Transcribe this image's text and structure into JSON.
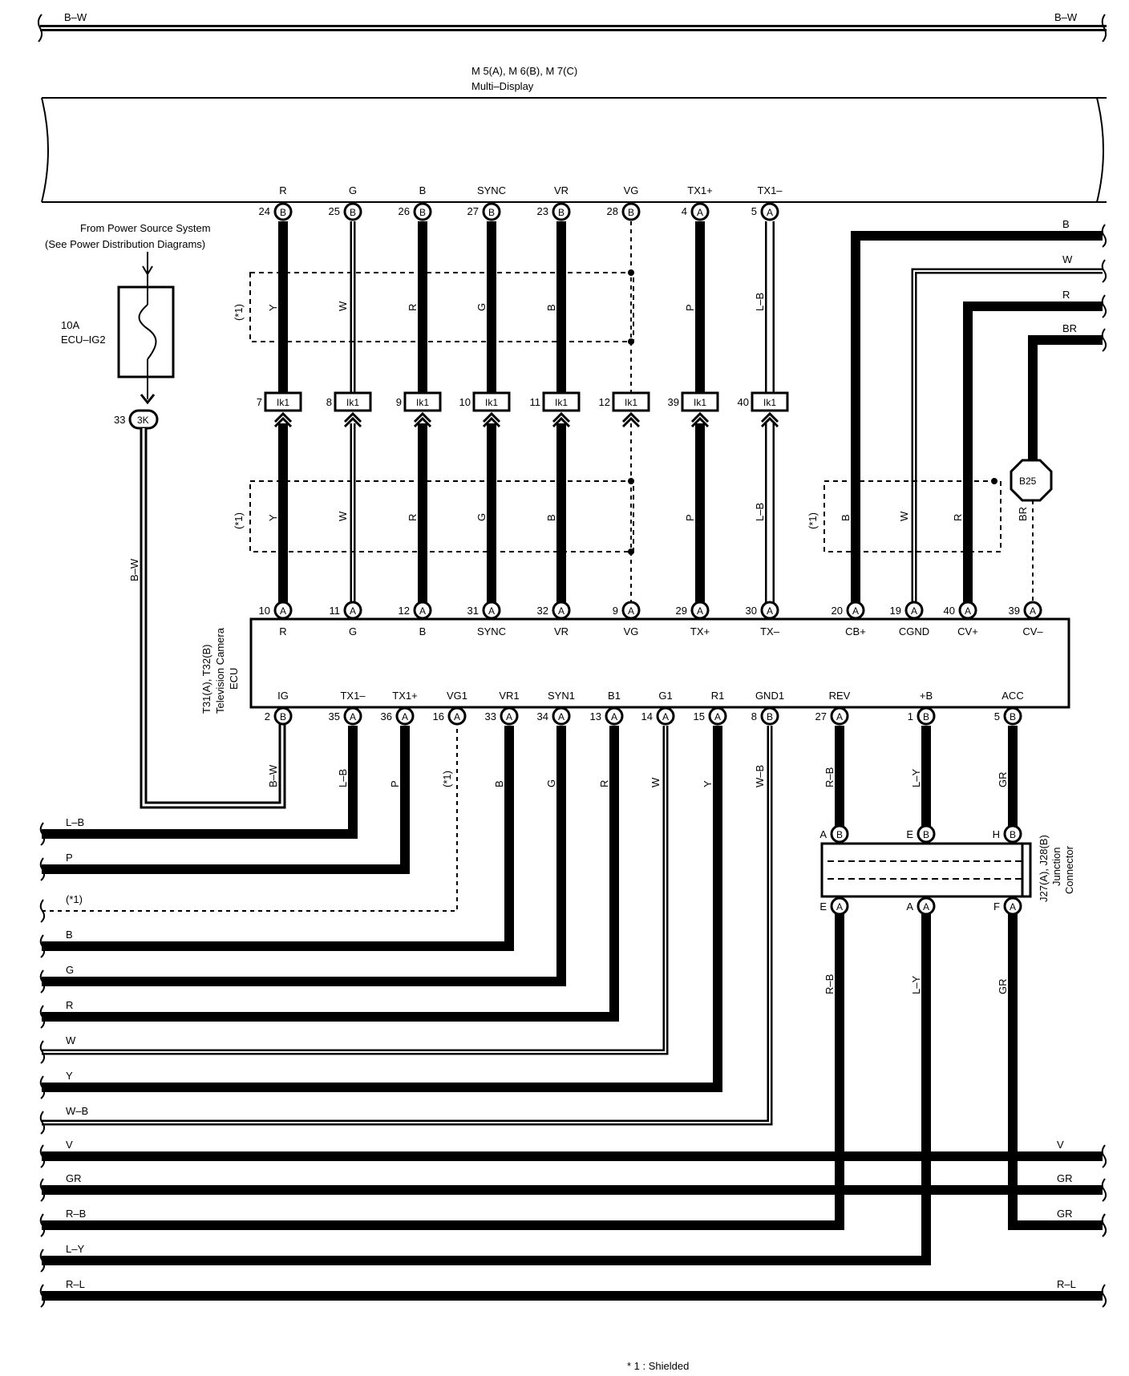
{
  "top_bus": {
    "left_label": "B–W",
    "right_label": "B–W"
  },
  "display": {
    "title": "M 5(A), M 6(B), M 7(C)",
    "subtitle": "Multi–Display",
    "terminals": [
      {
        "name": "R",
        "pin": "24",
        "conn": "B"
      },
      {
        "name": "G",
        "pin": "25",
        "conn": "B"
      },
      {
        "name": "B",
        "pin": "26",
        "conn": "B"
      },
      {
        "name": "SYNC",
        "pin": "27",
        "conn": "B"
      },
      {
        "name": "VR",
        "pin": "23",
        "conn": "B"
      },
      {
        "name": "VG",
        "pin": "28",
        "conn": "B"
      },
      {
        "name": "TX1+",
        "pin": "4",
        "conn": "A"
      },
      {
        "name": "TX1–",
        "pin": "5",
        "conn": "A"
      }
    ]
  },
  "power_source": {
    "line1": "From Power Source System",
    "line2": "(See Power Distribution Diagrams)",
    "fuse_amp": "10A",
    "fuse_name": "ECU–IG2",
    "junction_pin": "33",
    "junction_label": "3K",
    "wire_color": "B–W"
  },
  "middle_wires": {
    "colors": [
      "Y",
      "W",
      "R",
      "G",
      "B",
      "",
      "P",
      "L–B"
    ],
    "shield_label": "(*1)"
  },
  "inline_connector": {
    "label": "Ik1",
    "pins": [
      "7",
      "8",
      "9",
      "10",
      "11",
      "12",
      "39",
      "40"
    ]
  },
  "right_wires": [
    {
      "color": "B",
      "pin": "20",
      "conn": "A",
      "name": "CB+"
    },
    {
      "color": "W",
      "pin": "19",
      "conn": "A",
      "name": "CGND"
    },
    {
      "color": "R",
      "pin": "40",
      "conn": "A",
      "name": "CV+"
    },
    {
      "color": "BR",
      "pin": "39",
      "conn": "A",
      "name": "CV–"
    }
  ],
  "splice": {
    "label": "B25"
  },
  "ecu": {
    "title": "T31(A), T32(B)",
    "subtitle1": "Television Camera",
    "subtitle2": "ECU",
    "top_terminals": [
      {
        "name": "R",
        "pin": "10",
        "conn": "A"
      },
      {
        "name": "G",
        "pin": "11",
        "conn": "A"
      },
      {
        "name": "B",
        "pin": "12",
        "conn": "A"
      },
      {
        "name": "SYNC",
        "pin": "31",
        "conn": "A"
      },
      {
        "name": "VR",
        "pin": "32",
        "conn": "A"
      },
      {
        "name": "VG",
        "pin": "9",
        "conn": "A"
      },
      {
        "name": "TX+",
        "pin": "29",
        "conn": "A"
      },
      {
        "name": "TX–",
        "pin": "30",
        "conn": "A"
      },
      {
        "name": "CB+",
        "pin": "20",
        "conn": "A"
      },
      {
        "name": "CGND",
        "pin": "19",
        "conn": "A"
      },
      {
        "name": "CV+",
        "pin": "40",
        "conn": "A"
      },
      {
        "name": "CV–",
        "pin": "39",
        "conn": "A"
      }
    ],
    "bottom_terminals": [
      {
        "name": "IG",
        "pin": "2",
        "conn": "B",
        "color": "B–W"
      },
      {
        "name": "TX1–",
        "pin": "35",
        "conn": "A",
        "color": "L–B"
      },
      {
        "name": "TX1+",
        "pin": "36",
        "conn": "A",
        "color": "P"
      },
      {
        "name": "VG1",
        "pin": "16",
        "conn": "A",
        "color": "(*1)"
      },
      {
        "name": "VR1",
        "pin": "33",
        "conn": "A",
        "color": "B"
      },
      {
        "name": "SYN1",
        "pin": "34",
        "conn": "A",
        "color": "G"
      },
      {
        "name": "B1",
        "pin": "13",
        "conn": "A",
        "color": "R"
      },
      {
        "name": "G1",
        "pin": "14",
        "conn": "A",
        "color": "W"
      },
      {
        "name": "R1",
        "pin": "15",
        "conn": "A",
        "color": "Y"
      },
      {
        "name": "GND1",
        "pin": "8",
        "conn": "B",
        "color": "W–B"
      },
      {
        "name": "REV",
        "pin": "27",
        "conn": "A",
        "color": "R–B"
      },
      {
        "name": "+B",
        "pin": "1",
        "conn": "B",
        "color": "L–Y"
      },
      {
        "name": "ACC",
        "pin": "5",
        "conn": "B",
        "color": "GR"
      }
    ]
  },
  "junction": {
    "title": "J27(A), J28(B)",
    "subtitle1": "Junction",
    "subtitle2": "Connector",
    "top_pins": [
      {
        "pin": "A",
        "conn": "B"
      },
      {
        "pin": "E",
        "conn": "B"
      },
      {
        "pin": "H",
        "conn": "B"
      }
    ],
    "bottom_pins": [
      {
        "pin": "E",
        "conn": "A"
      },
      {
        "pin": "A",
        "conn": "A"
      },
      {
        "pin": "F",
        "conn": "A"
      }
    ],
    "lower_colors": [
      "R–B",
      "L–Y",
      "GR"
    ]
  },
  "bottom_wires": [
    {
      "left": "L–B",
      "right": ""
    },
    {
      "left": "P",
      "right": ""
    },
    {
      "left": "(*1)",
      "right": ""
    },
    {
      "left": "B",
      "right": ""
    },
    {
      "left": "G",
      "right": ""
    },
    {
      "left": "R",
      "right": ""
    },
    {
      "left": "W",
      "right": ""
    },
    {
      "left": "Y",
      "right": ""
    },
    {
      "left": "W–B",
      "right": ""
    },
    {
      "left": "V",
      "right": "V"
    },
    {
      "left": "GR",
      "right": "GR"
    },
    {
      "left": "R–B",
      "right": "GR"
    },
    {
      "left": "L–Y",
      "right": ""
    },
    {
      "left": "R–L",
      "right": "R–L"
    }
  ],
  "footnote": "* 1 : Shielded"
}
